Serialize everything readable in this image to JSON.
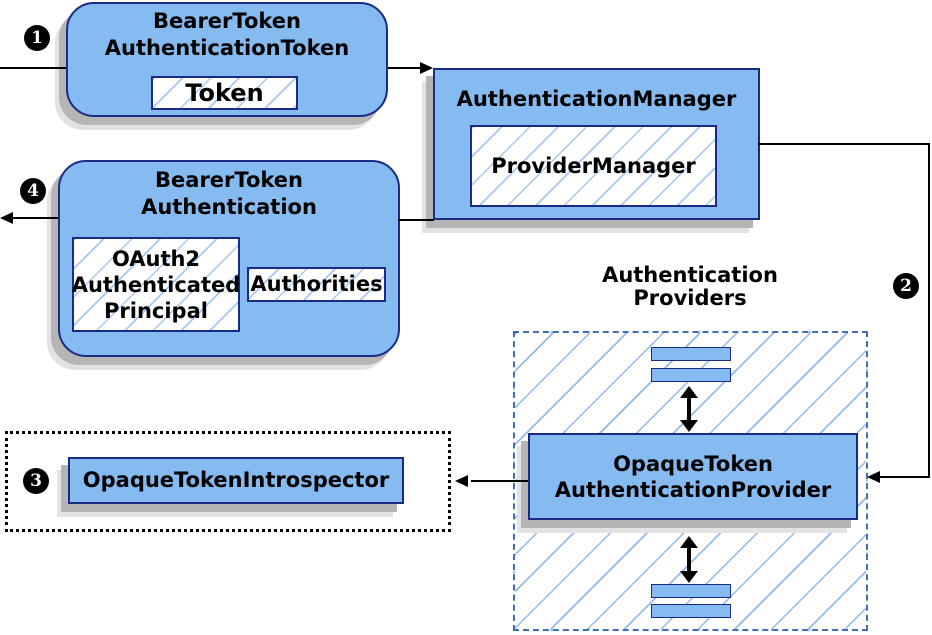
{
  "steps": {
    "s1": "1",
    "s2": "2",
    "s3": "3",
    "s4": "4"
  },
  "nodes": {
    "bearer_token_authentication_token": {
      "title_line1": "BearerToken",
      "title_line2": "AuthenticationToken",
      "token_label": "Token"
    },
    "authentication_manager": {
      "title": "AuthenticationManager",
      "provider_manager_label": "ProviderManager"
    },
    "bearer_token_authentication": {
      "title_line1": "BearerToken",
      "title_line2": "Authentication",
      "principal_line1": "OAuth2",
      "principal_line2": "Authenticated",
      "principal_line3": "Principal",
      "authorities_label": "Authorities"
    },
    "opaque_token_introspector": {
      "label": "OpaqueTokenIntrospector"
    },
    "authentication_providers": {
      "label_line1": "Authentication",
      "label_line2": "Providers",
      "provider_line1": "OpaqueToken",
      "provider_line2": "AuthenticationProvider"
    }
  },
  "colors": {
    "node_fill": "#85BBF0",
    "node_border": "#1A2B85",
    "hatch_line": "#A5C8F2",
    "region_hatch_line": "#8FB9EA",
    "region_border": "#3F6FB5",
    "container_border": "#000000",
    "shadow": "#B5B5B5",
    "line": "#000000",
    "badge_bg": "#000000",
    "badge_text": "#FFFFFF"
  }
}
